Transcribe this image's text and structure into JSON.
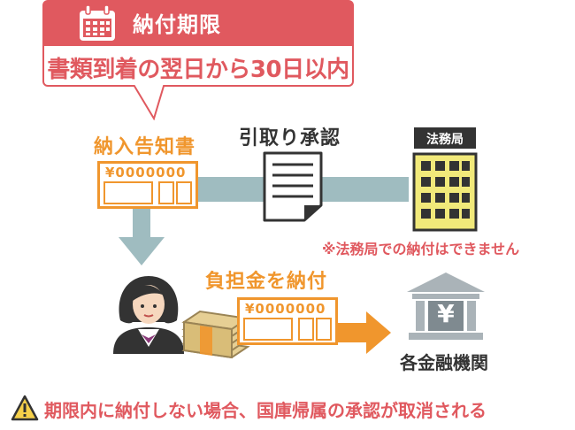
{
  "callout": {
    "title": "納付期限",
    "text": "書類到着の翌日から30日以内",
    "icon": "calendar-icon"
  },
  "nodes": {
    "notice_label": "納入告知書",
    "notice_code": "¥0000000",
    "withdraw_label": "引取り承認",
    "bureau_plate": "法務局",
    "bureau_note": "※法務局での納付はできません",
    "payment_label": "負担金を納付",
    "payment_code": "¥0000000",
    "bank_glyph": "¥",
    "bank_label": "各金融機関"
  },
  "warning": {
    "text": "期限内に納付しない場合、国庫帰属の承認が取消される",
    "icon": "warning-icon"
  },
  "colors": {
    "red": "#e0595f",
    "orange": "#f0962d",
    "teal": "#9fbcc0",
    "building": "#f1e97a",
    "bank_gray": "#aab3b8"
  }
}
